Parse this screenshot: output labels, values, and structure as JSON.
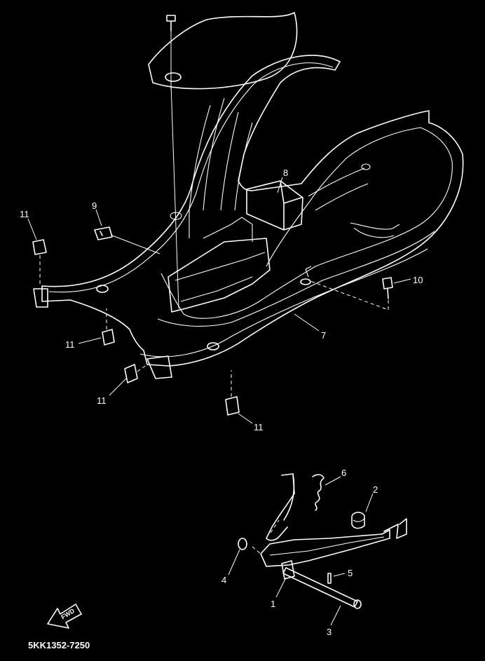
{
  "diagram": {
    "part_code": "5KK1352-7250",
    "fwd_label": "FWD",
    "callouts": [
      {
        "label": "1"
      },
      {
        "label": "2"
      },
      {
        "label": "3"
      },
      {
        "label": "4"
      },
      {
        "label": "5"
      },
      {
        "label": "6"
      },
      {
        "label": "7"
      },
      {
        "label": "8"
      },
      {
        "label": "9"
      },
      {
        "label": "10"
      },
      {
        "label": "11"
      },
      {
        "label": "11"
      },
      {
        "label": "11"
      },
      {
        "label": "11"
      }
    ]
  },
  "colors": {
    "background": "#000000",
    "line": "#ffffff"
  }
}
